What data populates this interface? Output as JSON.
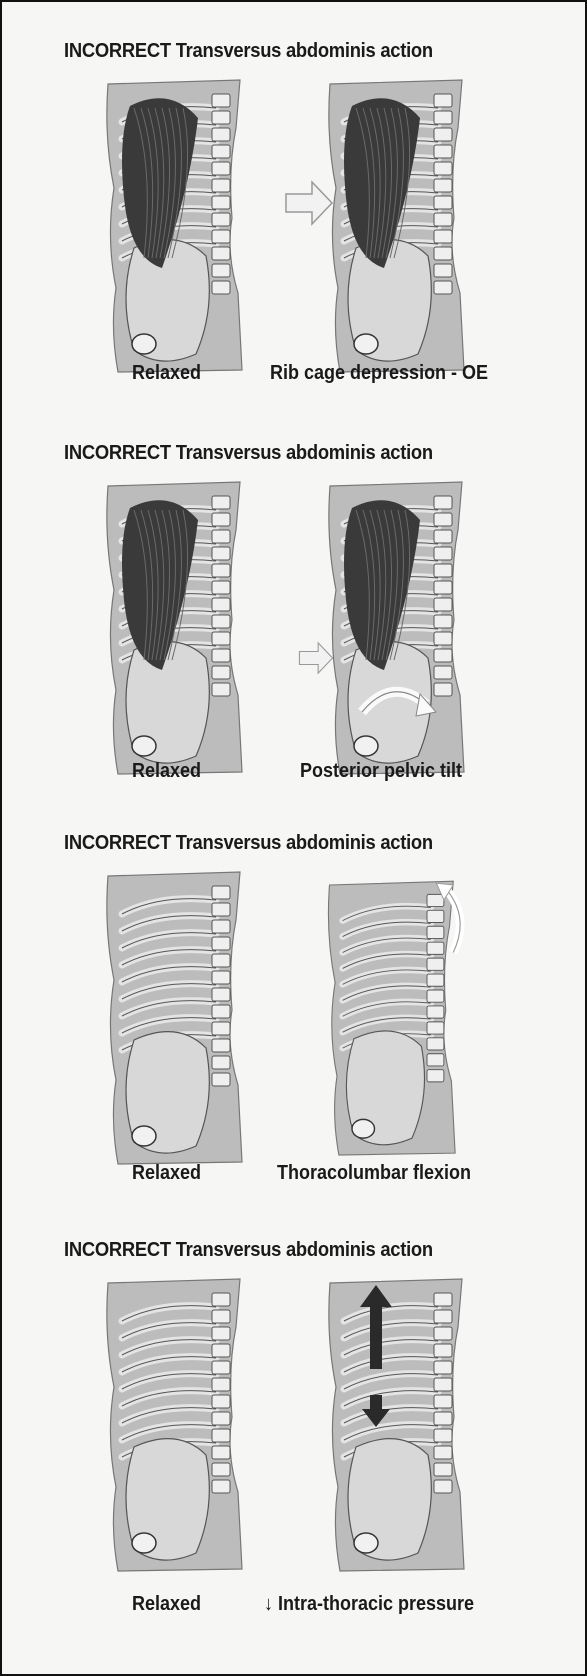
{
  "panels": [
    {
      "title": "INCORRECT Transversus abdominis action",
      "left_caption": "Relaxed",
      "right_caption": "Rib cage depression - OE",
      "muscles": true,
      "overlay": "arrow-right-large"
    },
    {
      "title": "INCORRECT Transversus abdominis action",
      "left_caption": "Relaxed",
      "right_caption": "Posterior pelvic tilt",
      "muscles": true,
      "overlay": "arrow-right-small-and-curved-pelvis"
    },
    {
      "title": "INCORRECT Transversus abdominis action",
      "left_caption": "Relaxed",
      "right_caption": "Thoracolumbar flexion",
      "muscles": false,
      "overlay": "curved-arrow-top"
    },
    {
      "title": "INCORRECT Transversus abdominis action",
      "left_caption": "Relaxed",
      "right_caption": "↓ Intra-thoracic pressure",
      "muscles": false,
      "overlay": "vertical-black-arrows"
    }
  ],
  "colors": {
    "background": "#f6f6f4",
    "torso": "#bcbcbc",
    "muscle": "#3a3a3a",
    "rib": "#e4e4e4",
    "border": "#111111"
  }
}
